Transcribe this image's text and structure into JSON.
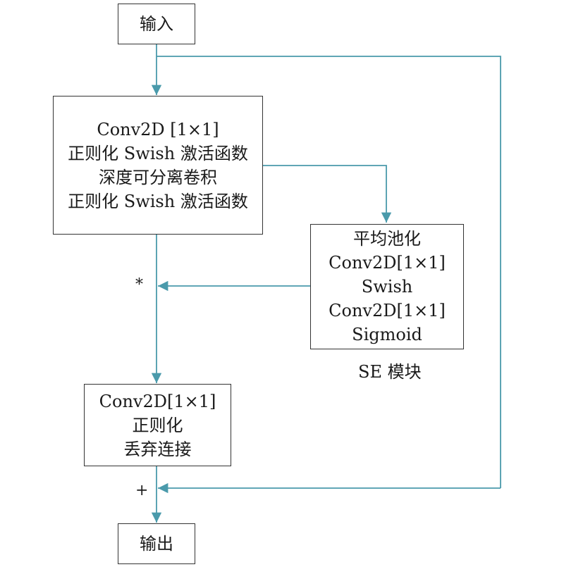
{
  "diagram": {
    "input_box": {
      "label": "输入"
    },
    "main_block": {
      "lines": [
        "Conv2D [1×1]",
        "正则化 Swish 激活函数",
        "深度可分离卷积",
        "正则化 Swish 激活函数"
      ]
    },
    "se_block": {
      "lines": [
        "平均池化",
        "Conv2D[1×1]",
        "Swish",
        "Conv2D[1×1]",
        "Sigmoid"
      ],
      "caption": "SE 模块"
    },
    "multiply_op": {
      "symbol": "*"
    },
    "proj_block": {
      "lines": [
        "Conv2D[1×1]",
        "正则化",
        "丢弃连接"
      ]
    },
    "add_op": {
      "symbol": "+"
    },
    "output_box": {
      "label": "输出"
    },
    "colors": {
      "arrow": "#4a9aab",
      "box_border": "#333333",
      "text": "#1a1a1a"
    }
  }
}
